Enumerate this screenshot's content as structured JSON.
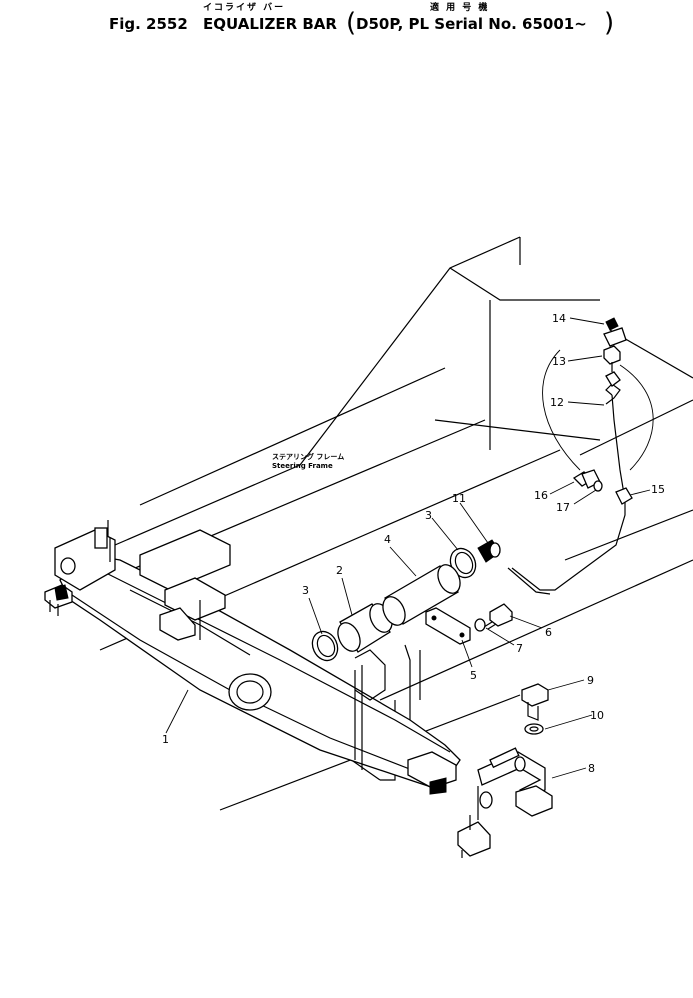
{
  "header": {
    "fig_label": "Fig. 2552",
    "title_en": "EQUALIZER BAR",
    "title_jp": "イコライザ バー",
    "serial_jp": "適 用 号 機",
    "serial_en": "D50P, PL Serial No. 65001~",
    "paren_open": "(",
    "paren_close": ")"
  },
  "frame_label": {
    "jp": "ステアリング フレーム",
    "en": "Steering Frame"
  },
  "callouts": [
    "1",
    "2",
    "3",
    "3",
    "4",
    "5",
    "6",
    "7",
    "8",
    "9",
    "10",
    "11",
    "12",
    "13",
    "14",
    "15",
    "16",
    "17"
  ]
}
